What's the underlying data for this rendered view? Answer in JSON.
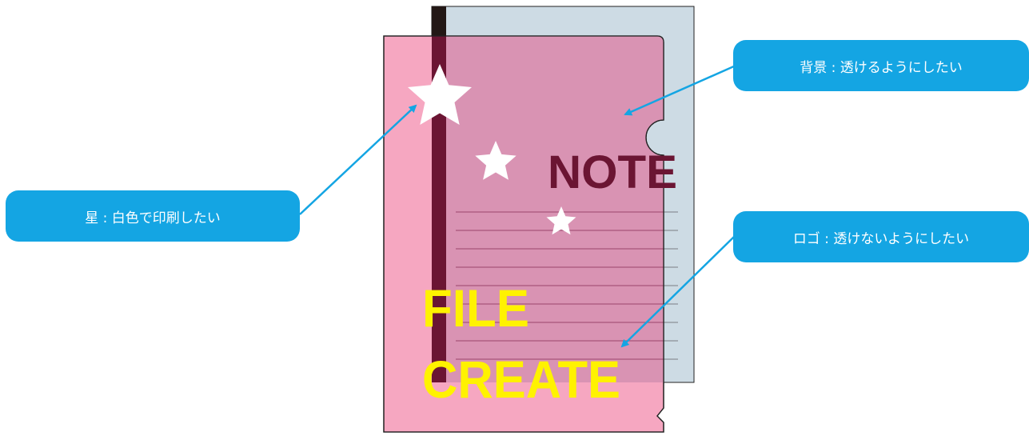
{
  "callouts": {
    "star": "星 : 白色で印刷したい",
    "background": "背景 : 透けるようにしたい",
    "logo": "ロゴ : 透けないようにしたい"
  },
  "illustration": {
    "note_text": "NOTE",
    "file_text": "FILE",
    "create_text": "CREATE"
  },
  "colors": {
    "callout_bg": "#14a5e3",
    "arrow": "#14a5e3",
    "folder_pink": "#f6a7c1",
    "note_gray": "#cddbe4",
    "overlap": "#d993b3",
    "spine_dark": "#6b1533",
    "logo_yellow": "#fff200",
    "note_text_color": "#6b1533",
    "star": "#ffffff"
  }
}
